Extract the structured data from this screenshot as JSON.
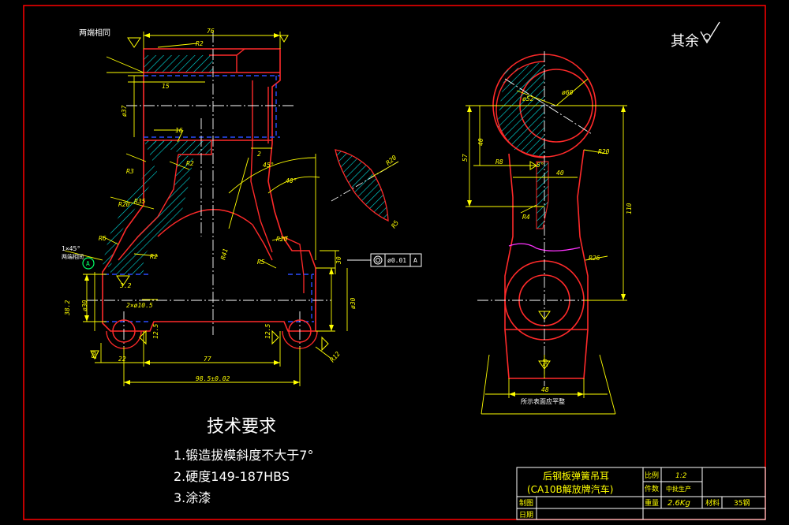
{
  "colors": {
    "background": "#000000",
    "border": "#ff0000",
    "outline": "#ff2a2a",
    "dimension": "#ffff00",
    "centerline": "#ffffff",
    "hidden": "#2a4dff",
    "hatch": "#00e0e0",
    "text": "#ffffff",
    "magenta": "#ff33ff",
    "title_text": "#ffff00",
    "green": "#00ff66"
  },
  "surface_note": "其余",
  "left_view": {
    "top_label": "两端相同",
    "dims": {
      "top_width": "76",
      "top_r": "R2",
      "top_15": "15",
      "bore": "ø37",
      "slot_16": "16",
      "r3": "R3",
      "r2_mid": "R2",
      "r20": "R20",
      "r35": "R35",
      "r6": "R6",
      "r2_low": "R2",
      "rough_32": "3.2",
      "lower_bore": "ø30",
      "dim_38": "38.2",
      "two_holes": "2×ø10.5",
      "dim_125_l": "12.5",
      "dim_125_r": "12.5",
      "base_width": "77",
      "overall": "98.5±0.02",
      "dim_22": "22",
      "dim_50": "50",
      "r41": "R41",
      "r5": "R5",
      "r20_b": "R20",
      "angle_45": "45°",
      "angle_40": "40°",
      "dim_2": "2",
      "dim_30": "30",
      "bore_right": "ø30",
      "r12": "R12",
      "r20_sec": "R20",
      "r5_sec": "R5",
      "chamfer": "1×45°",
      "chamfer_note": "两端相同",
      "datum": "A",
      "fcf_value": "ø0.01",
      "fcf_datum": "A"
    }
  },
  "right_view": {
    "dims": {
      "d52": "ø52",
      "d60": "ø60",
      "dim_40v": "40",
      "dim_57": "57",
      "r8": "R8",
      "angle_5": "5°",
      "dim_40h": "40",
      "r20": "R20",
      "dim_110": "110",
      "r4": "R4",
      "r26": "R26",
      "dim_50": "50",
      "dim_48": "48",
      "base_note": "所示表面应平整"
    }
  },
  "tech": {
    "title": "技术要求",
    "items": [
      "1.锻造拔模斜度不大于7°",
      "2.硬度149-187HBS",
      "3.涂漆"
    ]
  },
  "title_block": {
    "part_name": "后钢板弹簧吊耳",
    "part_sub": "(CA10B解放牌汽车)",
    "scale_label": "比例",
    "scale": "1:2",
    "qty_label": "件数",
    "qty": "中批生产",
    "weight_label": "重量",
    "weight": "2.6Kg",
    "material_label": "材料",
    "material": "35钢",
    "drawn_label": "制图",
    "date_label": "日期"
  }
}
